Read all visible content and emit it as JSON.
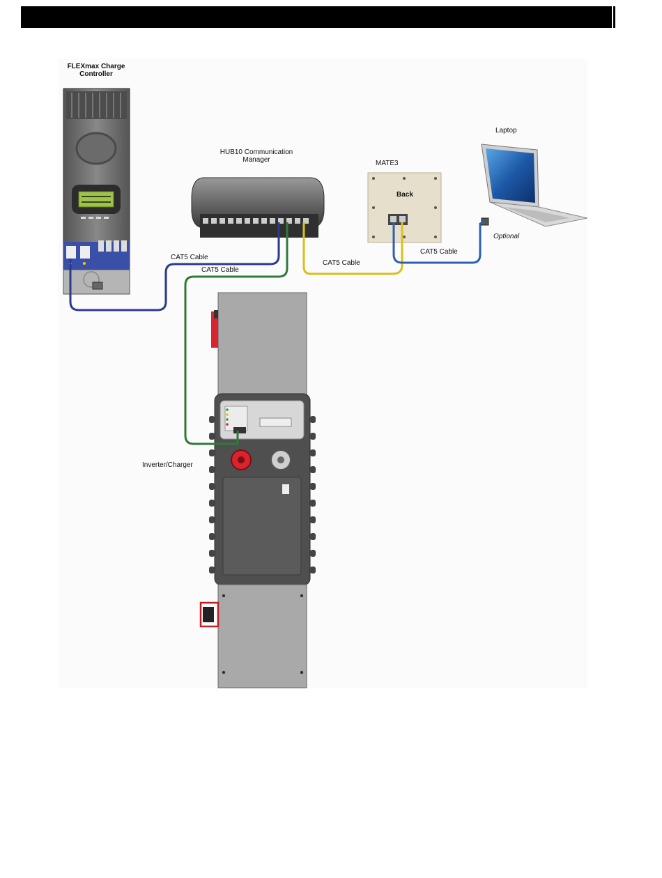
{
  "diagram": {
    "charge_controller": {
      "name_line1": "FLEXmax Charge",
      "name_line2": "Controller"
    },
    "hub": {
      "name_line1": "HUB10 Communication",
      "name_line2": "Manager"
    },
    "mate": {
      "name": "MATE3",
      "back_label": "Back"
    },
    "laptop": {
      "name": "Laptop",
      "optional_label": "Optional"
    },
    "inverter": {
      "name": "Inverter/Charger"
    },
    "cables": [
      {
        "label": "CAT5 Cable",
        "color": "#2b3a8a",
        "connects": "FLEXmax Charge Controller to HUB10"
      },
      {
        "label": "CAT5 Cable",
        "color": "#2f7a3a",
        "connects": "HUB10 to Inverter/Charger"
      },
      {
        "label": "CAT5 Cable",
        "color": "#d9c21a",
        "connects": "HUB10 to MATE3"
      },
      {
        "label": "CAT5 Cable",
        "color": "#2f5fb0",
        "connects": "MATE3 to Laptop"
      }
    ],
    "colors": {
      "panel_gray": "#a9a9a9",
      "controller_blue": "#3a4fa8",
      "lcd_green": "#9fc34a",
      "terminal_red": "#d9232e",
      "mate_beige": "#e6dfcc"
    }
  }
}
